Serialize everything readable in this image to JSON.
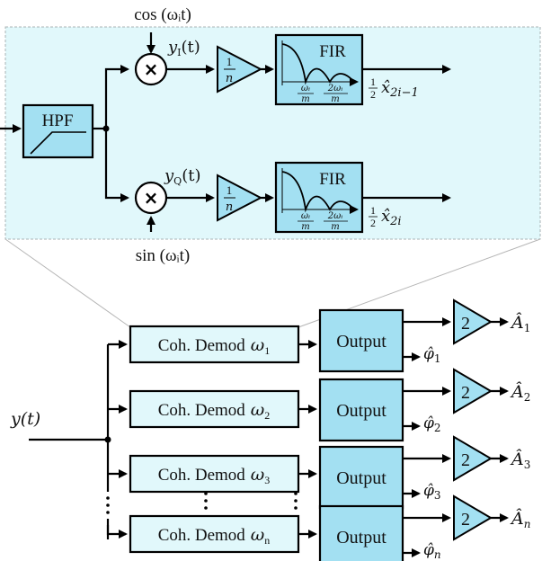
{
  "colors": {
    "inset_bg": "#e1f8fb",
    "inset_border": "#a9b3b5",
    "block_fill": "#a3e0f2",
    "demod_fill": "#e1f8fb",
    "line": "#000000"
  },
  "inset": {
    "cos_label": "cos (ωᵢt)",
    "sin_label": "sin (ωᵢt)",
    "hpf_label": "HPF",
    "yi_label": "y",
    "yi_sub": "I",
    "yi_arg": "(t)",
    "yq_label": "y",
    "yq_sub": "Q",
    "yq_arg": "(t)",
    "mixer_symbol": "×",
    "gain_num": "1",
    "gain_den": "n",
    "fir_label": "FIR",
    "fir_tick1_num": "ωᵢ",
    "fir_tick1_den": "m",
    "fir_tick2_num": "2ωᵢ",
    "fir_tick2_den": "m",
    "out_i_frac_num": "1",
    "out_i_frac_den": "2",
    "out_i_var": "x̂",
    "out_i_sub": "2i−1",
    "out_q_frac_num": "1",
    "out_q_frac_den": "2",
    "out_q_var": "x̂",
    "out_q_sub": "2i"
  },
  "main": {
    "input_label": "y(t)",
    "channels": [
      {
        "demod": "Coh. Demod",
        "omega": "ω",
        "omega_sub": "1",
        "output": "Output",
        "gain": "2",
        "amp": "Â",
        "amp_sub": "1",
        "phase": "φ̂",
        "phase_sub": "1"
      },
      {
        "demod": "Coh. Demod",
        "omega": "ω",
        "omega_sub": "2",
        "output": "Output",
        "gain": "2",
        "amp": "Â",
        "amp_sub": "2",
        "phase": "φ̂",
        "phase_sub": "2"
      },
      {
        "demod": "Coh. Demod",
        "omega": "ω",
        "omega_sub": "3",
        "output": "Output",
        "gain": "2",
        "amp": "Â",
        "amp_sub": "3",
        "phase": "φ̂",
        "phase_sub": "3"
      },
      {
        "demod": "Coh. Demod",
        "omega": "ω",
        "omega_sub": "n",
        "output": "Output",
        "gain": "2",
        "amp": "Â",
        "amp_sub": "n",
        "phase": "φ̂",
        "phase_sub": "n"
      }
    ],
    "ellipsis": "⋮"
  }
}
